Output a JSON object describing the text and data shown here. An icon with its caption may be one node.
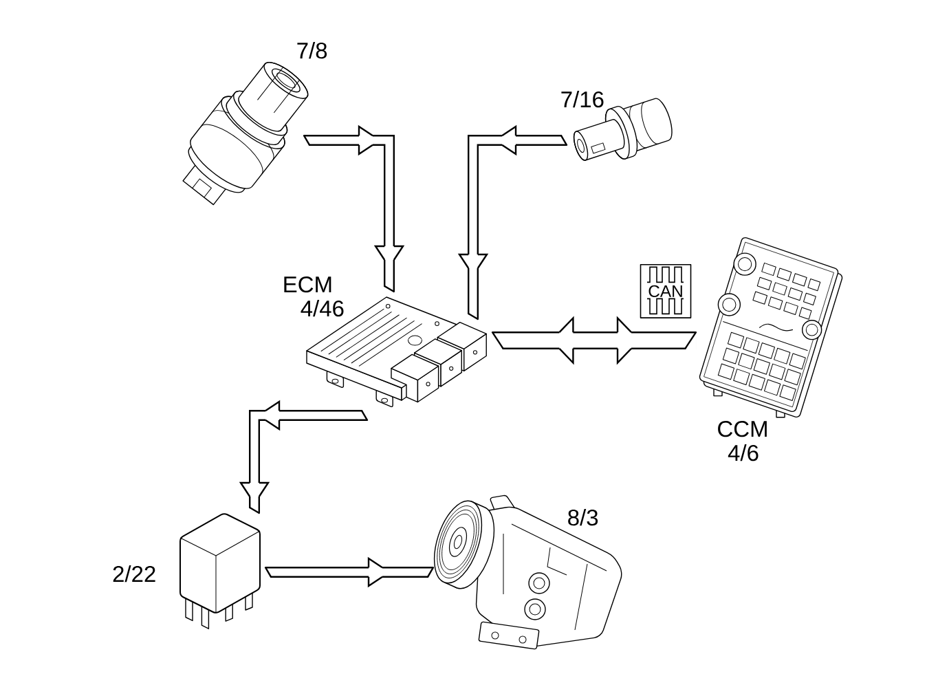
{
  "diagram": {
    "nodes": [
      {
        "text": [],
        "shape": "picture",
        "beside": [
          "7/8"
        ]
      },
      {
        "text": [],
        "shape": "picture",
        "beside": [
          "7/16"
        ]
      },
      {
        "text": [],
        "shape": "picture",
        "beside": [
          "ECM",
          "4/46"
        ]
      },
      {
        "text": [],
        "shape": "picture",
        "beside": [
          "CCM",
          "4/6"
        ]
      },
      {
        "text": [],
        "shape": "picture",
        "beside": [
          "2/22"
        ]
      },
      {
        "text": [],
        "shape": "picture",
        "beside": [
          "8/3"
        ]
      }
    ],
    "edges": [
      {
        "from": 0,
        "to": 2,
        "arrow": "to"
      },
      {
        "from": 1,
        "to": 2,
        "arrow": "to"
      },
      {
        "from": 2,
        "to": 3,
        "arrow": "both"
      },
      {
        "from": 2,
        "to": 4,
        "arrow": "to"
      },
      {
        "from": 4,
        "to": 5,
        "arrow": "to"
      }
    ],
    "labels": [
      "CAN"
    ]
  }
}
